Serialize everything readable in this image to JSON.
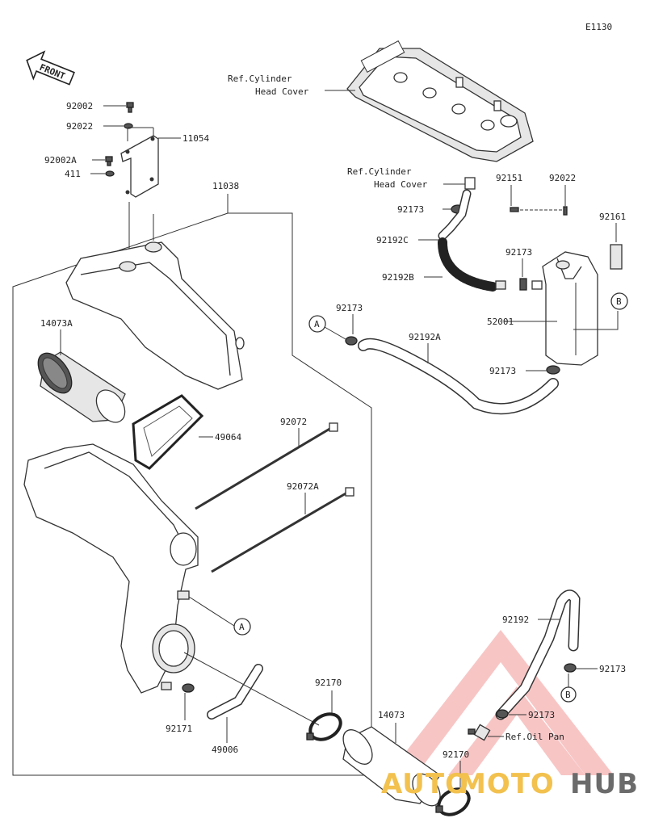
{
  "diagram": {
    "code": "E1130",
    "front_label": "FRONT",
    "watermark": {
      "part1": "AUTO",
      "part2": "MOTO",
      "part3": "HUB"
    },
    "callouts": {
      "cA_main": "A",
      "cA_hose": "A",
      "cB_tank": "B",
      "cB_low": "B"
    },
    "labels": {
      "ref_head_cover_1": "Ref.Cylinder",
      "ref_head_cover_2": "Head Cover",
      "ref_head_cover_b1": "Ref.Cylinder",
      "ref_head_cover_b2": "Head Cover",
      "ref_oil_pan": "Ref.Oil Pan",
      "p92002": "92002",
      "p92022_top": "92022",
      "p11054": "11054",
      "p92002A": "92002A",
      "p411": "411",
      "p11038": "11038",
      "p14073A": "14073A",
      "p49064": "49064",
      "p92072": "92072",
      "p92072A": "92072A",
      "p92173_a": "92173",
      "p92192C": "92192C",
      "p92192B": "92192B",
      "p92151": "92151",
      "p92022_r": "92022",
      "p92161": "92161",
      "p92173_b": "92173",
      "p52001": "52001",
      "p92173_c": "92173",
      "p92192A": "92192A",
      "p92173_d": "92173",
      "p92192": "92192",
      "p92173_e": "92173",
      "p92173_f": "92173",
      "p92170_a": "92170",
      "p14073": "14073",
      "p92170_b": "92170",
      "p92171": "92171",
      "p49006": "49006"
    }
  }
}
